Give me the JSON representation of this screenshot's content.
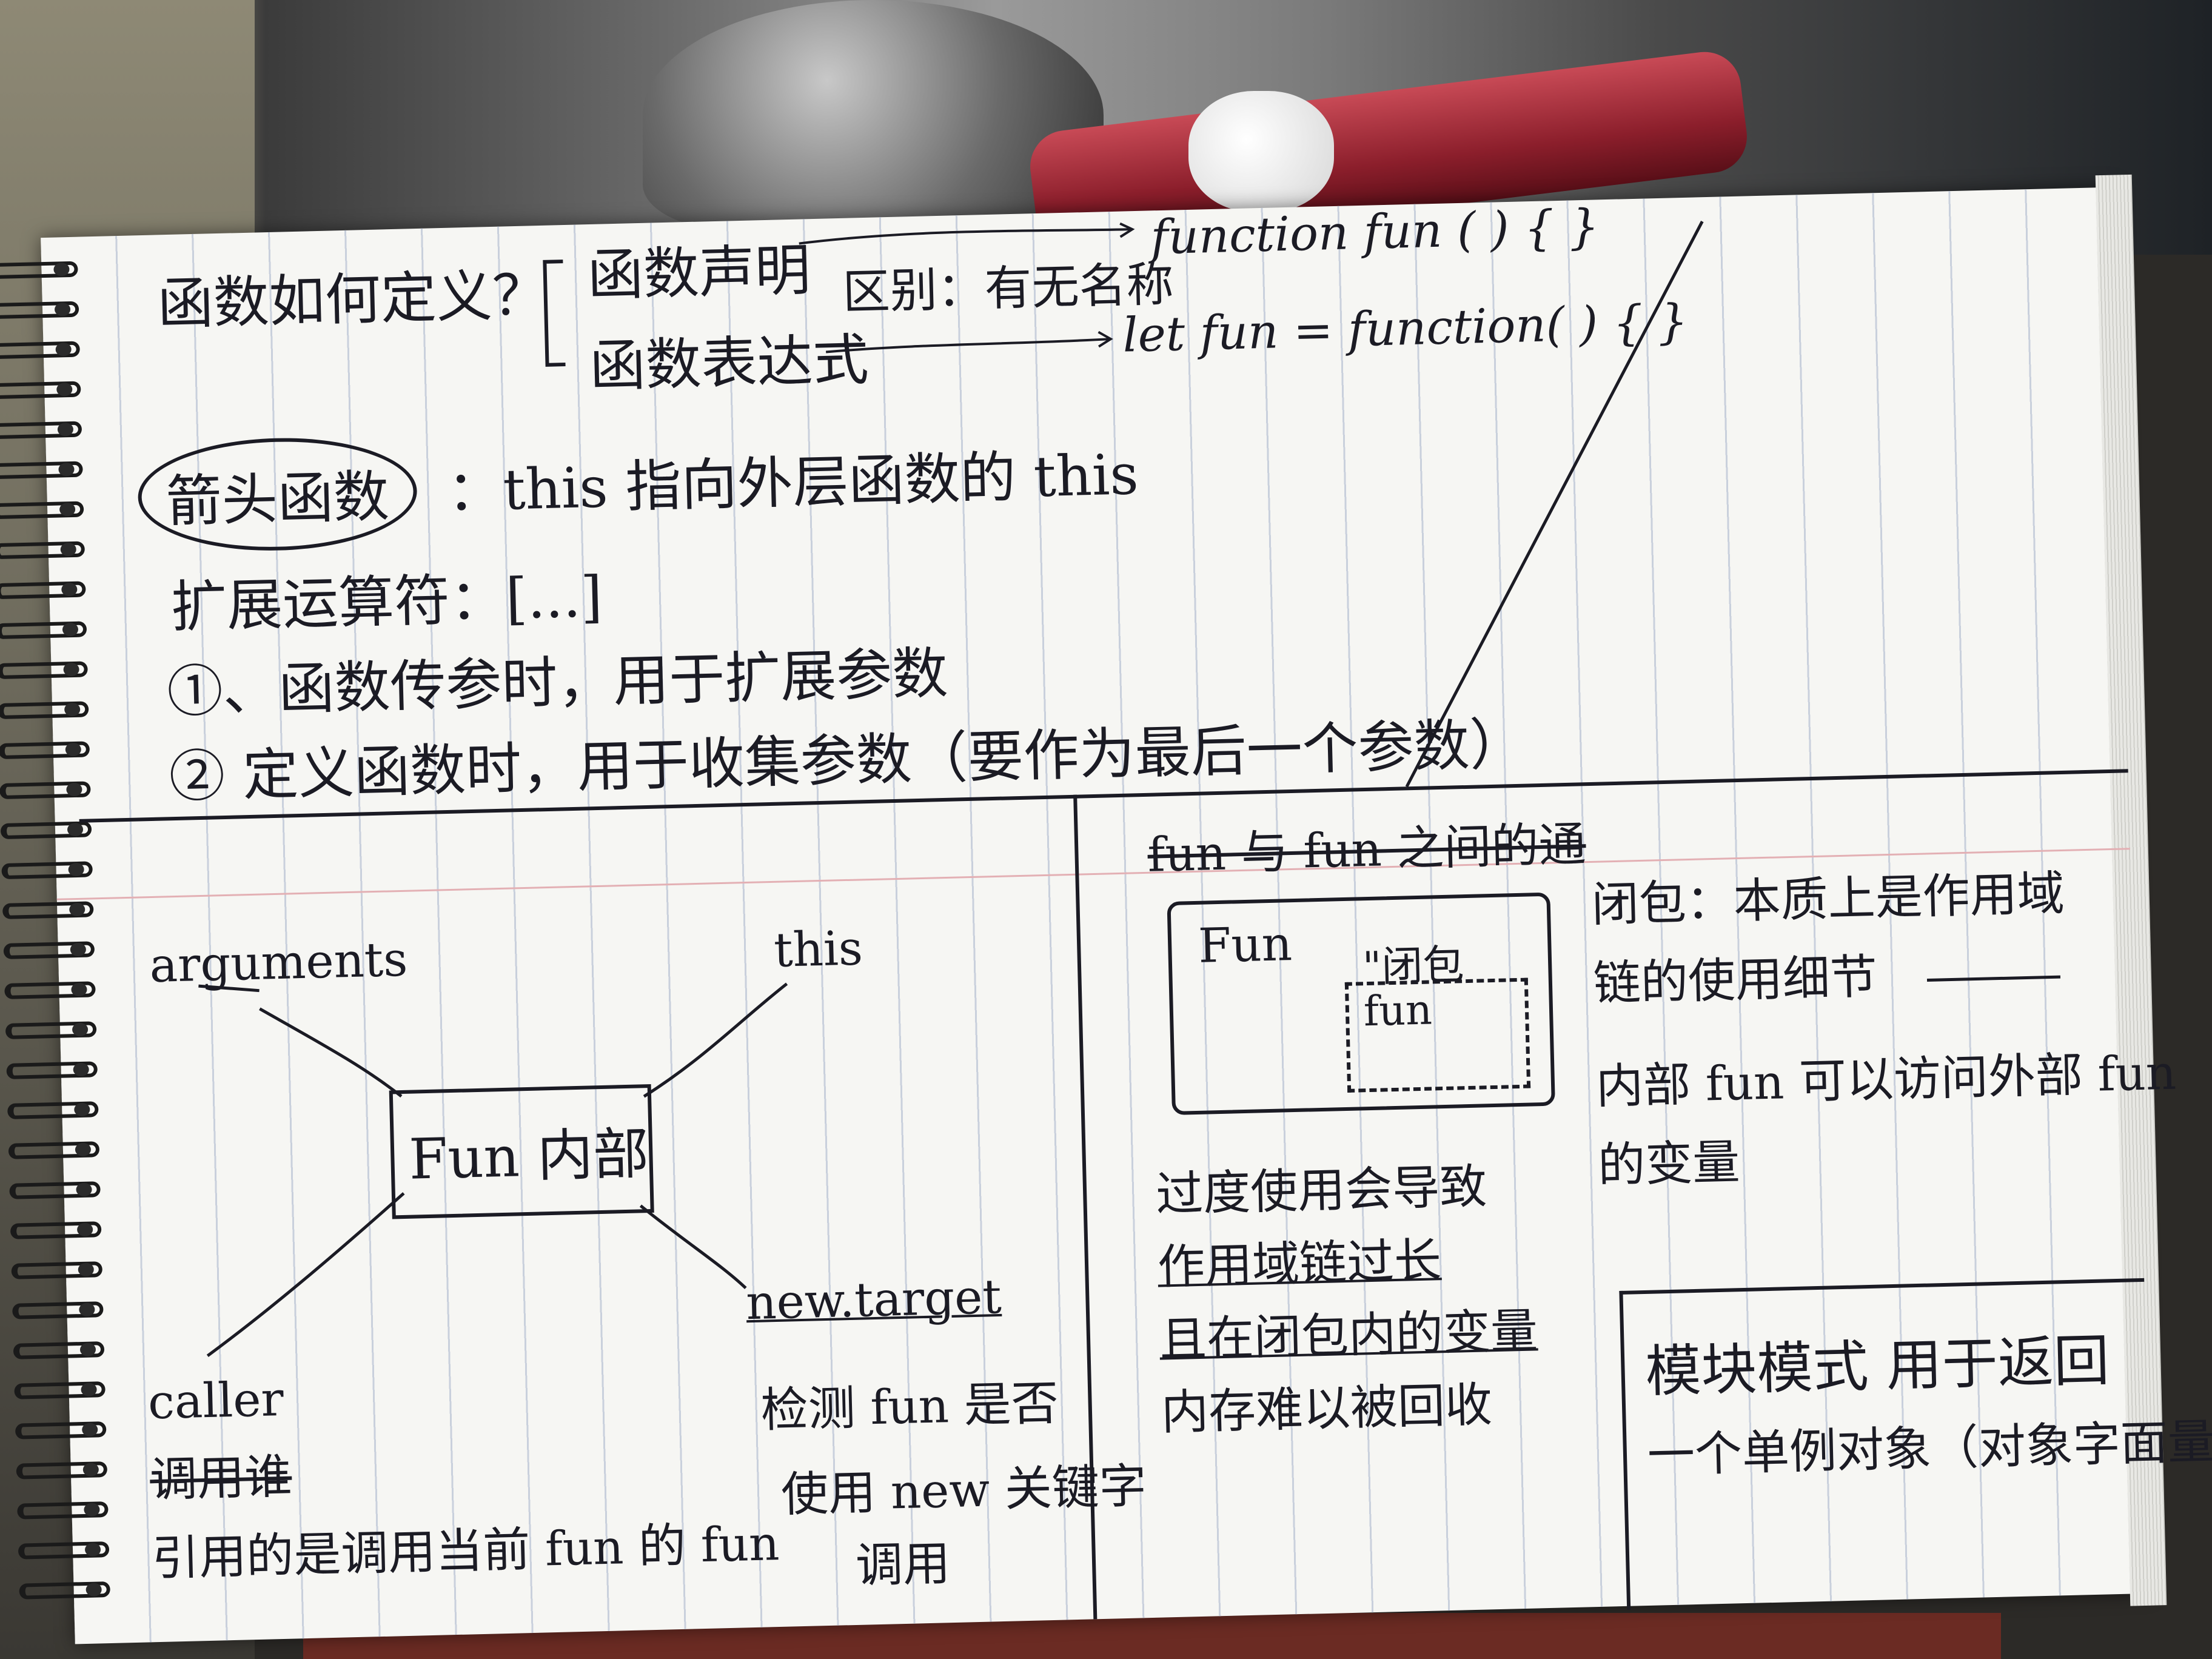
{
  "section_definition": {
    "question": "函数如何定义？",
    "decl_label": "函数声明",
    "expr_label": "函数表达式",
    "difference": "区别：有无名称",
    "decl_code": "function fun ( ) { }",
    "expr_code": "let fun = function( ) { }"
  },
  "section_arrow": {
    "name": "箭头函数",
    "note": "：this 指向外层函数的 this"
  },
  "section_spread": {
    "title": "扩展运算符：[...]",
    "item1": "①、函数传参时，用于扩展参数",
    "item2": "② 定义函数时，用于收集参数（要作为最后一个参数）"
  },
  "section_inner": {
    "center": "Fun 内部",
    "arguments": "arguments",
    "this": "this",
    "caller": "caller",
    "caller_struck": "调用谁",
    "caller_desc": "引用的是调用当前 fun 的 fun",
    "new_target": "new.target",
    "new_target_desc1": "检测 fun 是否",
    "new_target_desc2": "使用 new 关键字",
    "new_target_desc3": "调用"
  },
  "section_closure": {
    "struck_heading": "fun 与 fun 之间的通",
    "outer_label": "Fun",
    "inner_tag": "\"闭包",
    "inner_label": "fun",
    "definition1": "闭包：本质上是作用域",
    "definition2": "链的使用细节",
    "definition3": "内部 fun 可以访问外部 fun",
    "definition4": "的变量",
    "warn1": "过度使用会导致",
    "warn2": "作用域链过长",
    "warn3": "且在闭包内的变量",
    "warn4": "内存难以被回收"
  },
  "section_module": {
    "line1": "模块模式 用于返回",
    "line2": "一个单例对象（对象字面量）"
  }
}
